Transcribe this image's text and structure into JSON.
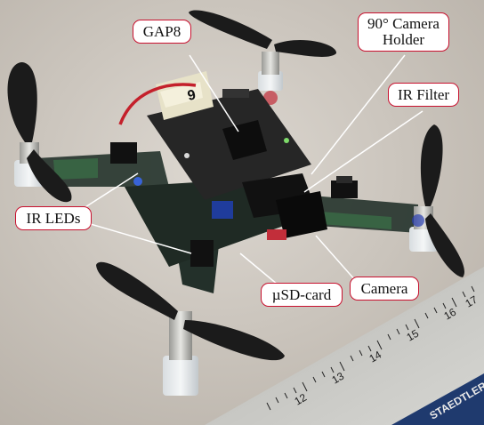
{
  "labels": {
    "gap8": "GAP8",
    "camera_holder_line1": "90° Camera",
    "camera_holder_line2": "Holder",
    "ir_filter": "IR Filter",
    "ir_leds": "IR LEDs",
    "usd_card": "µSD-card",
    "camera": "Camera"
  },
  "board": {
    "module_number": "9"
  },
  "ruler": {
    "ticks": [
      "12",
      "13",
      "14",
      "15",
      "16",
      "17"
    ],
    "brand": "STAEDTLER"
  },
  "colors": {
    "callout_border": "#c8102e",
    "callout_fill": "#ffffff",
    "leader_line": "#ffffff",
    "background": "#cfc9c1",
    "propeller": "#1b1b1b",
    "pcb": "#1e1e1e"
  }
}
